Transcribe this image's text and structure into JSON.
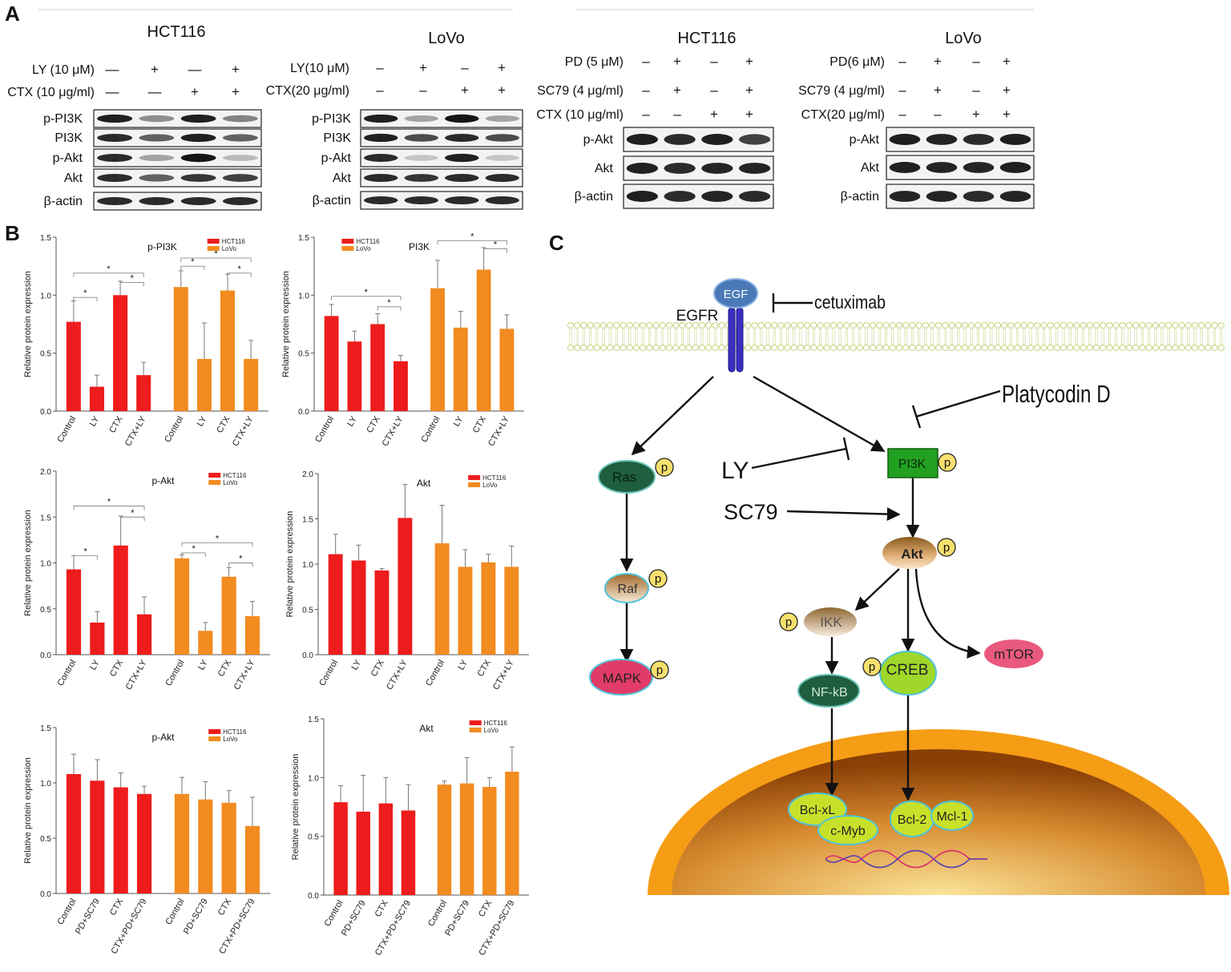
{
  "panels": {
    "a": "A",
    "b": "B",
    "c": "C"
  },
  "blots": [
    {
      "title": "HCT116",
      "treatments": [
        {
          "label": "LY (10 μM)",
          "marks": [
            "—",
            "+",
            "—",
            "+"
          ]
        },
        {
          "label": "CTX (10 μg/ml)",
          "marks": [
            "—",
            "—",
            "+",
            "+"
          ]
        }
      ],
      "bands": [
        "p-PI3K",
        "PI3K",
        "p-Akt",
        "Akt",
        "β-actin"
      ],
      "intensity": [
        [
          0.9,
          0.4,
          0.9,
          0.45
        ],
        [
          0.85,
          0.6,
          0.9,
          0.6
        ],
        [
          0.85,
          0.3,
          0.95,
          0.2
        ],
        [
          0.85,
          0.6,
          0.8,
          0.75
        ],
        [
          0.85,
          0.85,
          0.85,
          0.85
        ]
      ]
    },
    {
      "title": "LoVo",
      "treatments": [
        {
          "label": "LY(10 μM)",
          "marks": [
            "–",
            "+",
            "–",
            "+"
          ]
        },
        {
          "label": "CTX(20 μg/ml)",
          "marks": [
            "–",
            "–",
            "+",
            "+"
          ]
        }
      ],
      "bands": [
        "p-PI3K",
        "PI3K",
        "p-Akt",
        "Akt",
        "β-actin"
      ],
      "intensity": [
        [
          0.9,
          0.3,
          0.95,
          0.3
        ],
        [
          0.9,
          0.7,
          0.85,
          0.7
        ],
        [
          0.85,
          0.15,
          0.9,
          0.15
        ],
        [
          0.85,
          0.8,
          0.85,
          0.85
        ],
        [
          0.85,
          0.85,
          0.85,
          0.85
        ]
      ]
    },
    {
      "title": "HCT116",
      "treatments": [
        {
          "label": "PD (5 μM)",
          "marks": [
            "–",
            "+",
            "–",
            "+"
          ]
        },
        {
          "label": "SC79 (4 μg/ml)",
          "marks": [
            "–",
            "+",
            "–",
            "+"
          ]
        },
        {
          "label": "CTX (10 μg/ml)",
          "marks": [
            "–",
            "–",
            "+",
            "+"
          ]
        }
      ],
      "bands": [
        "p-Akt",
        "Akt",
        "β-actin"
      ],
      "intensity": [
        [
          0.9,
          0.85,
          0.9,
          0.75
        ],
        [
          0.9,
          0.85,
          0.88,
          0.88
        ],
        [
          0.9,
          0.85,
          0.88,
          0.85
        ]
      ]
    },
    {
      "title": "LoVo",
      "treatments": [
        {
          "label": "PD(6 μM)",
          "marks": [
            "–",
            "+",
            "–",
            "+"
          ]
        },
        {
          "label": "SC79 (4 μg/ml)",
          "marks": [
            "–",
            "+",
            "–",
            "+"
          ]
        },
        {
          "label": "CTX(20 μg/ml)",
          "marks": [
            "–",
            "–",
            "+",
            "+"
          ]
        }
      ],
      "bands": [
        "p-Akt",
        "Akt",
        "β-actin"
      ],
      "intensity": [
        [
          0.9,
          0.88,
          0.85,
          0.9
        ],
        [
          0.9,
          0.88,
          0.88,
          0.9
        ],
        [
          0.88,
          0.88,
          0.85,
          0.88
        ]
      ]
    }
  ],
  "chart_data": [
    {
      "type": "bar",
      "title": "p-PI3K",
      "ylabel": "Relative protein expression",
      "ylim": [
        0,
        1.5
      ],
      "yticks": [
        "0.0",
        "0.5",
        "1.0",
        "1.5"
      ],
      "legend": [
        "HCT116",
        "LoVo"
      ],
      "legend_position": "top-right",
      "colors": [
        "#ee1c1c",
        "#f28b20"
      ],
      "series": [
        {
          "name": "HCT116",
          "categories": [
            "Control",
            "LY",
            "CTX",
            "CTX+LY"
          ],
          "values": [
            0.77,
            0.21,
            1.0,
            0.31
          ],
          "errors": [
            0.18,
            0.1,
            0.12,
            0.11
          ]
        },
        {
          "name": "LoVo",
          "categories": [
            "Control",
            "LY",
            "CTX",
            "CTX+LY"
          ],
          "values": [
            1.07,
            0.45,
            1.04,
            0.45
          ],
          "errors": [
            0.14,
            0.31,
            0.14,
            0.16
          ]
        }
      ],
      "star": "*"
    },
    {
      "type": "bar",
      "title": "PI3K",
      "ylabel": "Relative protein expression",
      "ylim": [
        0,
        1.5
      ],
      "yticks": [
        "0.0",
        "0.5",
        "1.0",
        "1.5"
      ],
      "legend": [
        "HCT116",
        "LoVo"
      ],
      "legend_position": "top-left",
      "colors": [
        "#ee1c1c",
        "#f28b20"
      ],
      "series": [
        {
          "name": "HCT116",
          "categories": [
            "Control",
            "LY",
            "CTX",
            "CTX+LY"
          ],
          "values": [
            0.82,
            0.6,
            0.75,
            0.43
          ],
          "errors": [
            0.1,
            0.09,
            0.09,
            0.05
          ]
        },
        {
          "name": "LoVo",
          "categories": [
            "Control",
            "LY",
            "CTX",
            "CTX+LY"
          ],
          "values": [
            1.06,
            0.72,
            1.22,
            0.71
          ],
          "errors": [
            0.24,
            0.14,
            0.19,
            0.12
          ]
        }
      ],
      "star": "*"
    },
    {
      "type": "bar",
      "title": "p-Akt",
      "ylabel": "Relative protein expression",
      "ylim": [
        0,
        2.0
      ],
      "yticks": [
        "0.0",
        "0.5",
        "1.0",
        "1.5",
        "2.0"
      ],
      "legend": [
        "HCT116",
        "LoVo"
      ],
      "legend_position": "top-right",
      "colors": [
        "#ee1c1c",
        "#f28b20"
      ],
      "series": [
        {
          "name": "HCT116",
          "categories": [
            "Control",
            "LY",
            "CTX",
            "CTX+LY"
          ],
          "values": [
            0.93,
            0.35,
            1.19,
            0.44
          ],
          "errors": [
            0.15,
            0.12,
            0.32,
            0.19
          ]
        },
        {
          "name": "LoVo",
          "categories": [
            "Control",
            "LY",
            "CTX",
            "CTX+LY"
          ],
          "values": [
            1.05,
            0.26,
            0.85,
            0.42
          ],
          "errors": [
            0.04,
            0.09,
            0.1,
            0.16
          ]
        }
      ],
      "star": "*"
    },
    {
      "type": "bar",
      "title": "Akt",
      "ylabel": "Relative protein expression",
      "ylim": [
        0,
        2.0
      ],
      "yticks": [
        "0.0",
        "0.5",
        "1.0",
        "1.5",
        "2.0"
      ],
      "legend": [
        "HCT116",
        "LoVo"
      ],
      "legend_position": "top-right",
      "colors": [
        "#ee1c1c",
        "#f28b20"
      ],
      "series": [
        {
          "name": "HCT116",
          "categories": [
            "Control",
            "LY",
            "CTX",
            "CTX+LY"
          ],
          "values": [
            1.11,
            1.04,
            0.93,
            1.51
          ],
          "errors": [
            0.22,
            0.17,
            0.02,
            0.37
          ]
        },
        {
          "name": "LoVo",
          "categories": [
            "Control",
            "LY",
            "CTX",
            "CTX+LY"
          ],
          "values": [
            1.23,
            0.97,
            1.02,
            0.97
          ],
          "errors": [
            0.42,
            0.19,
            0.09,
            0.23
          ]
        }
      ],
      "star": "*"
    },
    {
      "type": "bar",
      "title": "p-Akt",
      "ylabel": "Relative protein expression",
      "ylim": [
        0,
        1.5
      ],
      "yticks": [
        "0.0",
        "0.5",
        "1.0",
        "1.5"
      ],
      "legend": [
        "HCT116",
        "LoVo"
      ],
      "legend_position": "top-right",
      "colors": [
        "#ee1c1c",
        "#f28b20"
      ],
      "series": [
        {
          "name": "HCT116",
          "categories": [
            "Control",
            "PD+SC79",
            "CTX",
            "CTX+PD+SC79"
          ],
          "values": [
            1.08,
            1.02,
            0.96,
            0.9
          ],
          "errors": [
            0.18,
            0.19,
            0.13,
            0.07
          ]
        },
        {
          "name": "LoVo",
          "categories": [
            "Control",
            "PD+SC79",
            "CTX",
            "CTX+PD+SC79"
          ],
          "values": [
            0.9,
            0.85,
            0.82,
            0.61
          ],
          "errors": [
            0.15,
            0.16,
            0.11,
            0.26
          ]
        }
      ],
      "star": "*"
    },
    {
      "type": "bar",
      "title": "Akt",
      "ylabel": "Relative protein expression",
      "ylim": [
        0,
        1.5
      ],
      "yticks": [
        "0.0",
        "0.5",
        "1.0",
        "1.5"
      ],
      "legend": [
        "HCT116",
        "LoVo"
      ],
      "legend_position": "top-right",
      "colors": [
        "#ee1c1c",
        "#f28b20"
      ],
      "series": [
        {
          "name": "HCT116",
          "categories": [
            "Control",
            "PD+SC79",
            "CTX",
            "CTX+PD+SC79"
          ],
          "values": [
            0.79,
            0.71,
            0.78,
            0.72
          ],
          "errors": [
            0.14,
            0.31,
            0.22,
            0.22
          ]
        },
        {
          "name": "LoVo",
          "categories": [
            "Control",
            "PD+SC79",
            "CTX",
            "CTX+PD+SC79"
          ],
          "values": [
            0.94,
            0.95,
            0.92,
            1.05
          ],
          "errors": [
            0.03,
            0.22,
            0.08,
            0.21
          ]
        }
      ],
      "star": "*"
    }
  ],
  "diagram": {
    "cetuximab": "cetuximab",
    "egf": "EGF",
    "egfr": "EGFR",
    "platycodin": "Platycodin D",
    "ly": "LY",
    "sc79": "SC79",
    "p": "p",
    "nodes": {
      "ras": "Ras",
      "raf": "Raf",
      "mapk": "MAPK",
      "pi3k": "PI3K",
      "akt": "Akt",
      "ikk": "IKK",
      "creb": "CREB",
      "mtor": "mTOR",
      "nfkb": "NF-kB",
      "bclxl": "Bcl-xL",
      "cmyb": "c-Myb",
      "bcl2": "Bcl-2",
      "mcl1": "Mcl-1"
    },
    "colors": {
      "ras": "#1f5e3f",
      "raf": "#c48a4a",
      "mapk": "#e13b68",
      "pi3k": "#22a022",
      "akt": "#c78d45",
      "ikk": "#b98c58",
      "creb": "#9fd82a",
      "mtor": "#e9597e",
      "nfkb": "#1f5e3f",
      "gene": "#c7e12a",
      "egf": "#4b79b8",
      "phospho": "#f7e06e",
      "nucleus_outer": "#f59d15",
      "nucleus_inner": "#9a4a08",
      "membrane": "#c8d689"
    }
  }
}
